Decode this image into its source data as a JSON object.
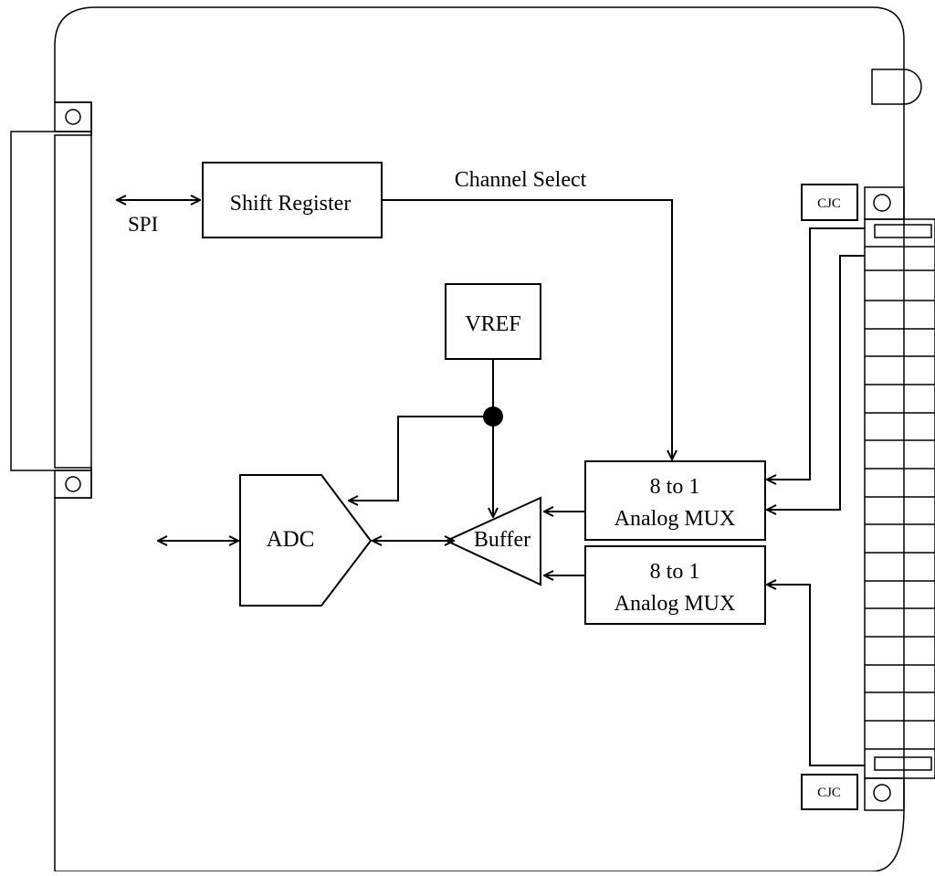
{
  "labels": {
    "shift_register": "Shift Register",
    "spi": "SPI",
    "channel_select": "Channel Select",
    "vref": "VREF",
    "adc": "ADC",
    "buffer": "Buffer",
    "mux1_line1": "8 to 1",
    "mux1_line2": "Analog MUX",
    "mux2_line1": "8 to 1",
    "mux2_line2": "Analog MUX",
    "cjc_top": "CJC",
    "cjc_bottom": "CJC"
  },
  "colors": {
    "line": "#000000",
    "background": "#ffffff"
  }
}
